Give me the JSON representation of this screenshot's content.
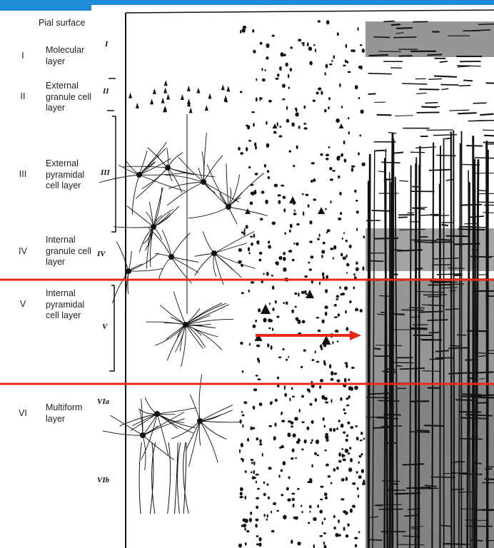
{
  "labels": {
    "pial": "Pial surface",
    "layers": [
      {
        "roman": "I",
        "name": "Molecular layer"
      },
      {
        "roman": "II",
        "name": "External granule cell layer"
      },
      {
        "roman": "III",
        "name": "External pyramidal cell layer"
      },
      {
        "roman": "IV",
        "name": "Internal granule cell layer"
      },
      {
        "roman": "V",
        "name": "Internal pyramidal cell layer"
      },
      {
        "roman": "VI",
        "name": "Multiform layer"
      }
    ]
  },
  "plate_marks": [
    "I",
    "II",
    "III",
    "IV",
    "V",
    "VIa",
    "VIb"
  ],
  "colors": {
    "highlight": "#e8281c",
    "ink": "#111111",
    "titlebar": "#1f8ad6"
  }
}
